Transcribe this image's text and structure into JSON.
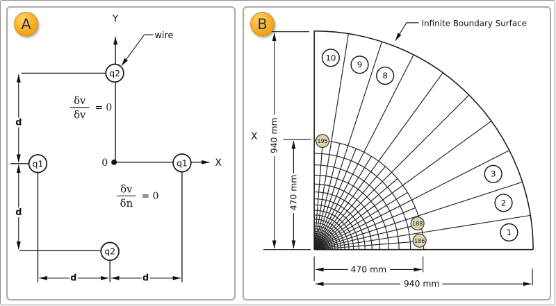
{
  "panel_a": {
    "badge": "A",
    "y_axis_label": "Y",
    "x_axis_label": "X",
    "origin_label": "0",
    "wire_label": "wire",
    "charges": [
      "q2",
      "q1",
      "q1",
      "q2"
    ],
    "boundary_conditions": [
      {
        "numerator": "δv",
        "denominator": "δv",
        "rhs": "= 0"
      },
      {
        "numerator": "δv",
        "denominator": "δn",
        "rhs": "= 0"
      }
    ],
    "dim_labels": [
      "d",
      "d",
      "d",
      "d"
    ]
  },
  "panel_b": {
    "badge": "B",
    "boundary_surface_label": "Infinite Boundary Surface",
    "axis_marker": "X",
    "dim_left_outer": "940 mm",
    "dim_left_inner": "470 mm",
    "dim_bottom_inner": "470 mm",
    "dim_bottom_outer": "940 mm",
    "sector_labels": [
      "1",
      "2",
      "3",
      "8",
      "9",
      "10"
    ],
    "element_labels": [
      "195",
      "188",
      "186"
    ]
  },
  "colors": {
    "badge": "#F5A81C",
    "line": "#1C1C1C",
    "panel_border": "#A8A8A8",
    "element_fill": "#DDD5AE"
  }
}
